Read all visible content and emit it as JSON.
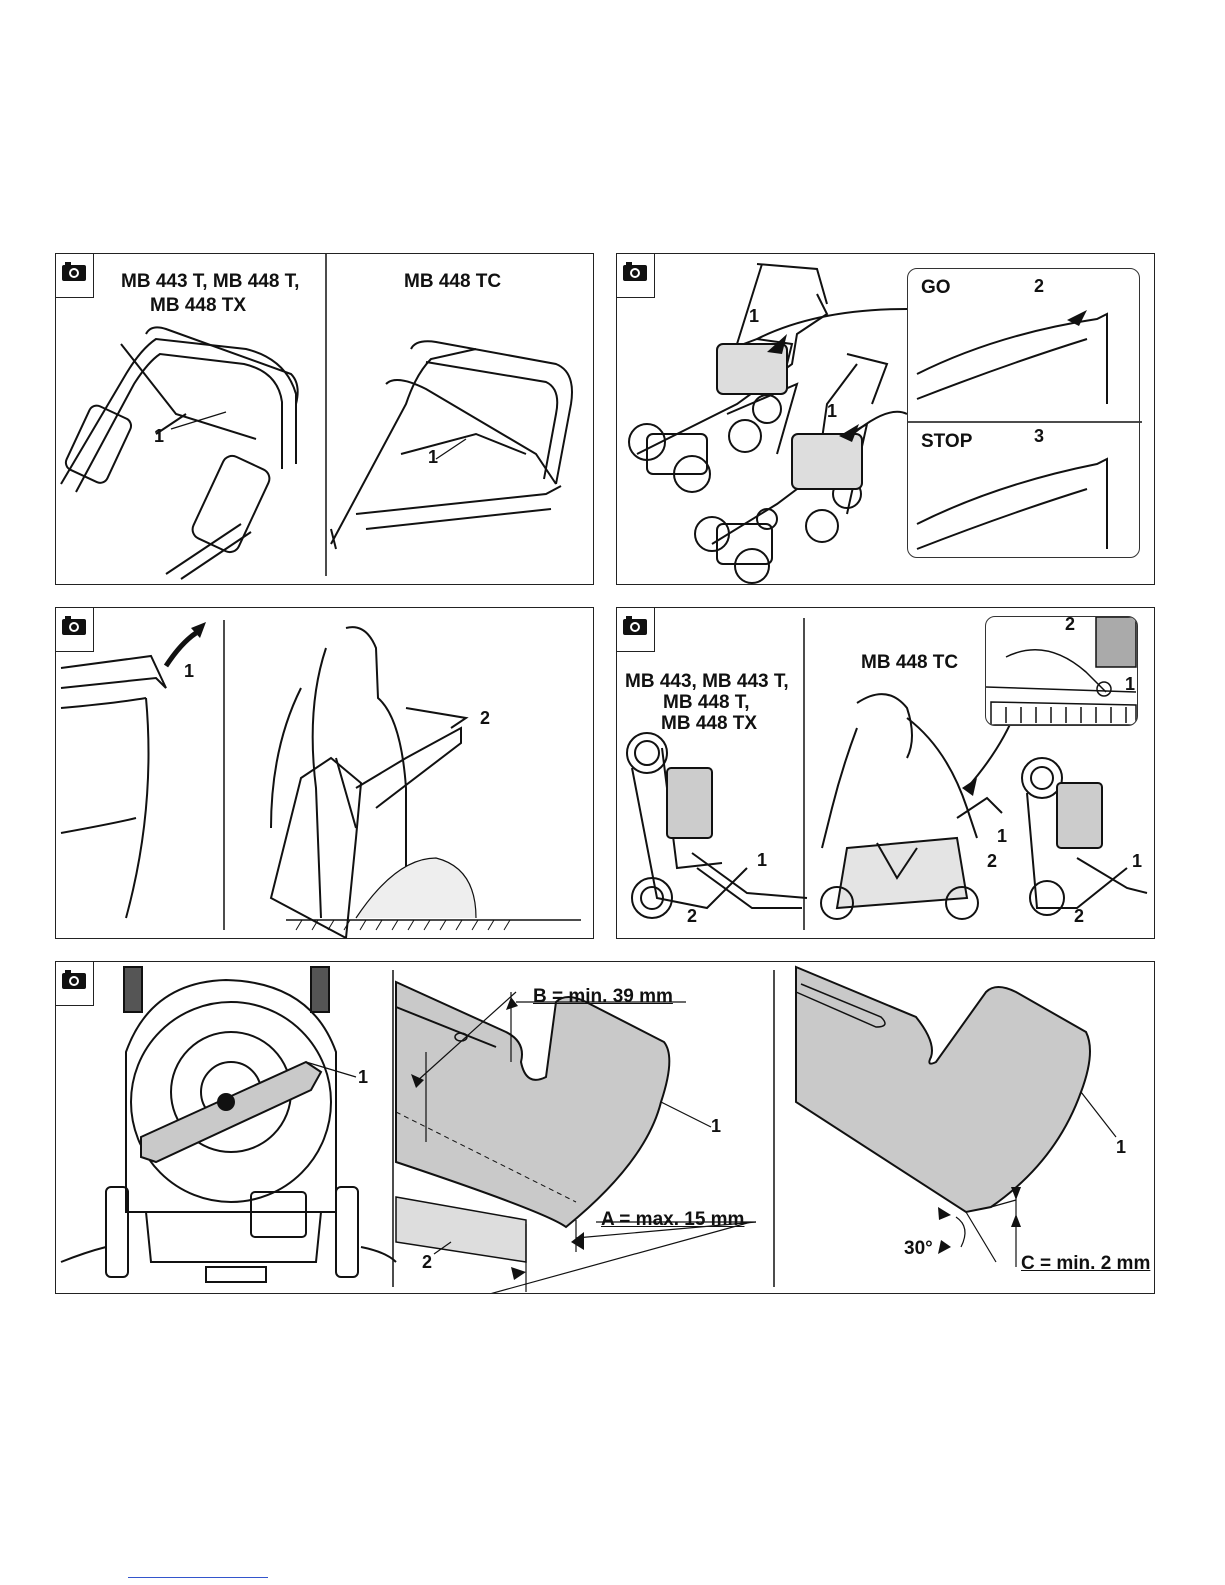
{
  "panels": {
    "p1": {
      "heading_left": "MB 443 T, MB 448 T,",
      "heading_left_2": "MB 448 TX",
      "heading_right": "MB 448 TC",
      "callout_left": "1",
      "callout_right": "1"
    },
    "p2": {
      "go": "GO",
      "stop": "STOP",
      "callout_1a": "1",
      "callout_1b": "1",
      "callout_2": "2",
      "callout_3": "3"
    },
    "p3": {
      "callout_1": "1",
      "callout_2": "2"
    },
    "p4": {
      "heading_left_1": "MB 443, MB 443 T,",
      "heading_left_2": "MB 448 T,",
      "heading_left_3": "MB 448 TX",
      "heading_right": "MB 448 TC",
      "callouts": [
        "2",
        "1",
        "1",
        "2",
        "1",
        "2",
        "1",
        "2"
      ]
    },
    "p5": {
      "callout_1a": "1",
      "callout_1b": "1",
      "callout_1c": "1",
      "callout_2": "2",
      "b_label": "B = min. 39 mm",
      "a_label": "A = max. 15 mm",
      "angle": "30°",
      "c_label": "C = min. 2 mm"
    }
  },
  "icons": {
    "camera": "camera-icon"
  },
  "colors": {
    "blade_fill": "#c9c9c9",
    "line": "#111111"
  }
}
